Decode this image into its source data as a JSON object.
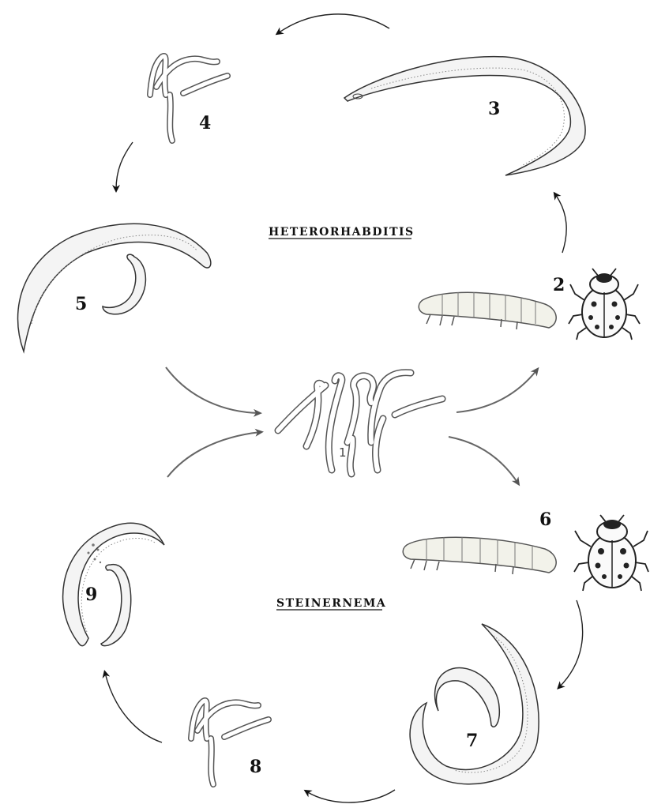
{
  "labels": {
    "heterorhabditis": "HETERORHABDITIS",
    "steinernema": "STEINERNEMA"
  },
  "stage_numbers": {
    "s1": "1",
    "s2": "2",
    "s3": "3",
    "s4": "4",
    "s5": "5",
    "s6": "6",
    "s7": "7",
    "s8": "8",
    "s9": "9"
  },
  "illustrations": {
    "center": "infective-juveniles-cluster-icon",
    "host_top": [
      "caterpillar-larva-icon",
      "ladybird-beetle-icon"
    ],
    "host_bottom": [
      "caterpillar-larva-icon",
      "ladybird-beetle-icon"
    ]
  }
}
